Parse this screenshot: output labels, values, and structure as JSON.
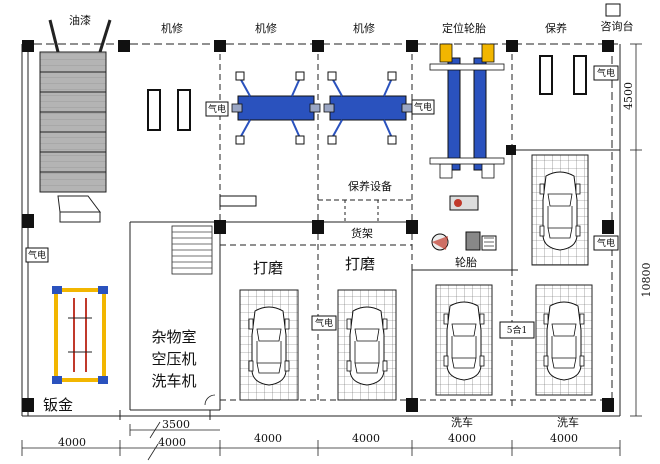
{
  "labels": {
    "paint": "油漆",
    "repair1": "机修",
    "repair2": "机修",
    "repair3": "机修",
    "alignment": "定位轮胎",
    "maintenance": "保养",
    "reception": "咨询台",
    "equipment": "保养设备",
    "shelf": "货架",
    "tire": "轮胎",
    "grind1": "打磨",
    "grind2": "打磨",
    "storage": "杂物室",
    "compressor": "空压机",
    "washer": "洗车机",
    "sheetmetal": "钣金",
    "wash1": "洗车",
    "wash2": "洗车",
    "five_in_one": "5合1"
  },
  "power_labels": {
    "left_wall": "气电",
    "repair_left": "气电",
    "repair_right": "气电",
    "maintenance": "气电",
    "right_wall": "气电",
    "grind": "气电"
  },
  "dimensions": {
    "bottom_1": "4000",
    "bottom_2": "3500",
    "bottom_3": "4000",
    "bottom_4": "4000",
    "bottom_5": "4000",
    "bottom_6": "4000",
    "bottom_7": "4000",
    "right_top": "4500",
    "right_total": "10800"
  },
  "colors": {
    "line": "#222222",
    "lift_blue": "#2a52be",
    "lift_yellow": "#f2b600",
    "paint_gray": "#a9a9a9"
  }
}
